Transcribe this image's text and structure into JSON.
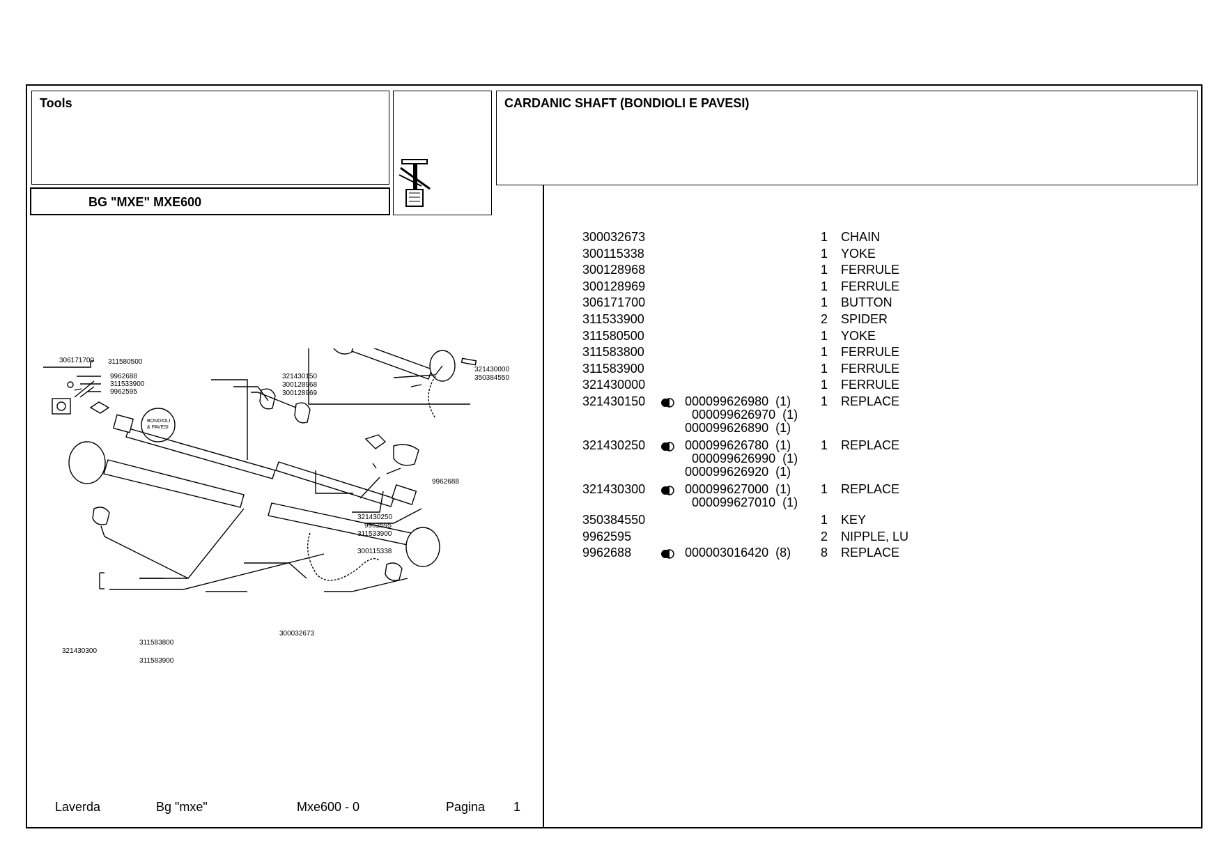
{
  "header": {
    "section": "Tools",
    "model": "BG \"MXE\" MXE600",
    "group_title": "CARDANIC SHAFT (BONDIOLI E PAVESI)"
  },
  "footer": {
    "brand": "Laverda",
    "series": "Bg \"mxe\"",
    "model_ref": "Mxe600 - 0",
    "page_label": "Pagina",
    "page_number": "1"
  },
  "diagram_labels": {
    "l306171700": "306171700",
    "l311580500": "311580500",
    "l9962688a": "9962688",
    "l311533900a": "311533900",
    "l9962595a": "9962595",
    "l321430150": "321430150",
    "l300128968": "300128968",
    "l300128969": "300128969",
    "l321430000": "321430000",
    "l350384550": "350384550",
    "logo_line1": "BONDIOLI",
    "logo_line2": "& PAVESI",
    "l9962688b": "9962688",
    "l321430250": "321430250",
    "l9962595b": "9962595",
    "l311533900b": "311533900",
    "l300115338": "300115338",
    "l300032673": "300032673",
    "l311583800": "311583800",
    "l321430300": "321430300",
    "l311583900": "311583900"
  },
  "parts": [
    {
      "code": "300032673",
      "replacements": [],
      "qty": "1",
      "desc": "CHAIN"
    },
    {
      "code": "300115338",
      "replacements": [],
      "qty": "1",
      "desc": "YOKE"
    },
    {
      "code": "300128968",
      "replacements": [],
      "qty": "1",
      "desc": "FERRULE"
    },
    {
      "code": "300128969",
      "replacements": [],
      "qty": "1",
      "desc": "FERRULE"
    },
    {
      "code": "306171700",
      "replacements": [],
      "qty": "1",
      "desc": "BUTTON"
    },
    {
      "code": "311533900",
      "replacements": [],
      "qty": "2",
      "desc": "SPIDER"
    },
    {
      "code": "311580500",
      "replacements": [],
      "qty": "1",
      "desc": "YOKE"
    },
    {
      "code": "311583800",
      "replacements": [],
      "qty": "1",
      "desc": "FERRULE"
    },
    {
      "code": "311583900",
      "replacements": [],
      "qty": "1",
      "desc": "FERRULE"
    },
    {
      "code": "321430000",
      "replacements": [],
      "qty": "1",
      "desc": "FERRULE"
    },
    {
      "code": "321430150",
      "replacements": [
        "000099626980  (1)",
        "000099626970  (1)",
        "000099626890  (1)"
      ],
      "qty": "1",
      "desc": "REPLACE"
    },
    {
      "code": "321430250",
      "replacements": [
        "000099626780  (1)",
        "000099626990  (1)",
        "000099626920  (1)"
      ],
      "qty": "1",
      "desc": "REPLACE"
    },
    {
      "code": "321430300",
      "replacements": [
        "000099627000  (1)",
        "000099627010  (1)"
      ],
      "qty": "1",
      "desc": "REPLACE"
    },
    {
      "code": "350384550",
      "replacements": [],
      "qty": "1",
      "desc": "KEY"
    },
    {
      "code": "9962595",
      "replacements": [],
      "qty": "2",
      "desc": "NIPPLE, LU"
    },
    {
      "code": "9962688",
      "replacements": [
        "000003016420  (8)"
      ],
      "qty": "8",
      "desc": "REPLACE"
    }
  ]
}
